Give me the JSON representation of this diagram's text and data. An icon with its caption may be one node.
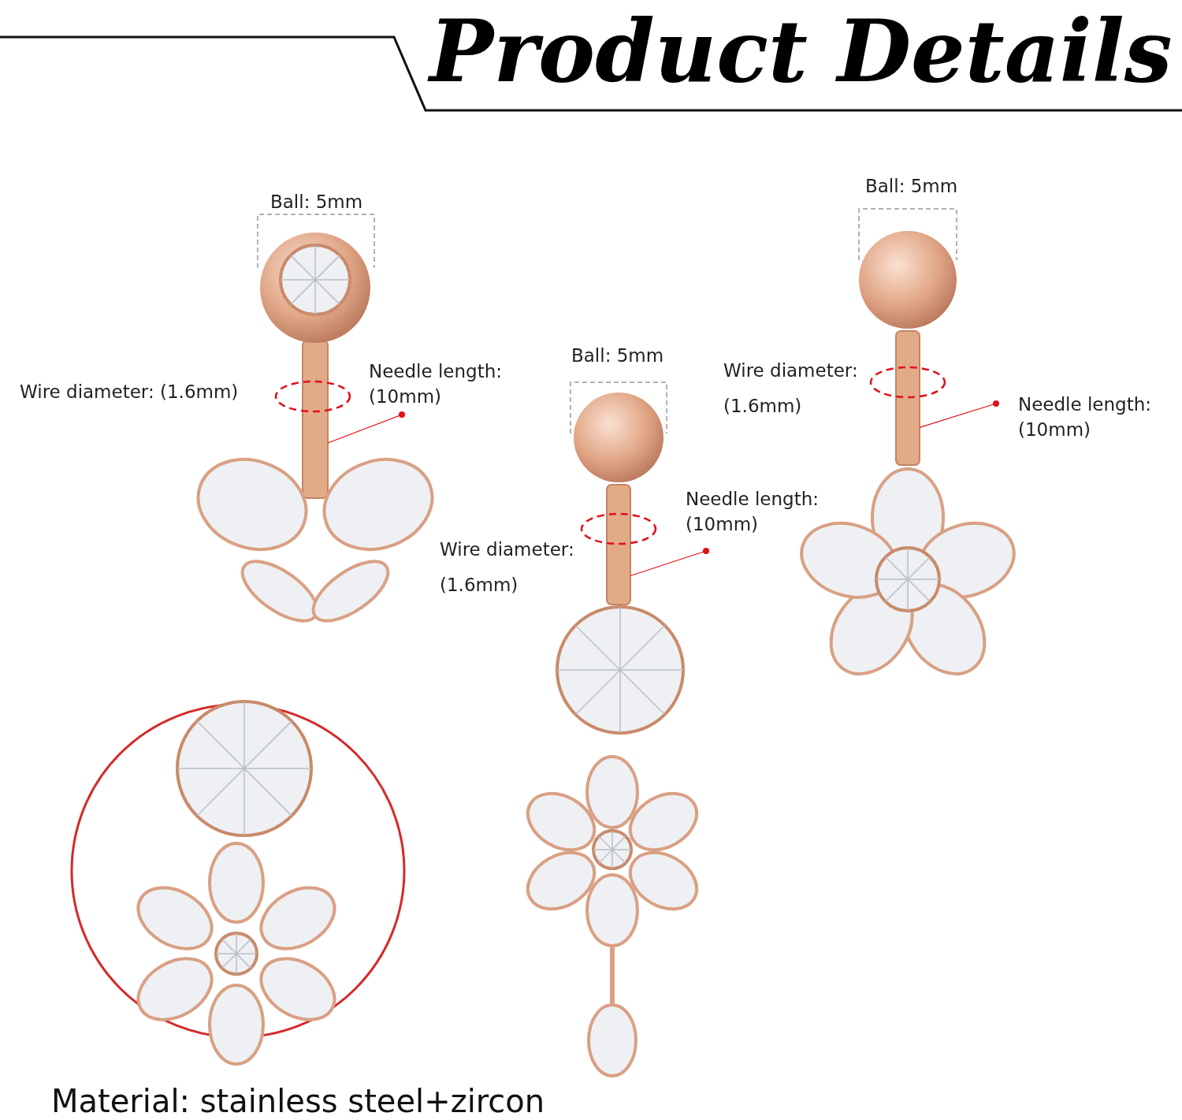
{
  "diagram": {
    "title": "Product Details",
    "caption": "Material: stainless steel+zircon",
    "nodes": [
      {
        "text": [
          "Needle length: (10mm)"
        ]
      },
      {
        "text": [],
        "shape": "box",
        "beside": [
          "Wire diameter: (1.6mm)"
        ]
      },
      {
        "text": [
          "Needle length: (10mm)"
        ]
      },
      {
        "text": [],
        "shape": "box",
        "beside": [
          "Wire diameter: (1.6mm)"
        ]
      },
      {
        "text": [
          "Needle length: (10mm)"
        ]
      },
      {
        "text": [],
        "shape": "box",
        "beside": [
          "Wire diameter: (1.6mm)"
        ]
      }
    ],
    "edges": [
      {
        "from": 0,
        "to": 1,
        "arrow": "other"
      },
      {
        "from": 2,
        "to": 3,
        "arrow": "other"
      },
      {
        "from": 4,
        "to": 5,
        "arrow": "other"
      }
    ],
    "labels": [
      "Ball: 5mm",
      "Ball: 5mm",
      "Ball: 5mm"
    ]
  }
}
